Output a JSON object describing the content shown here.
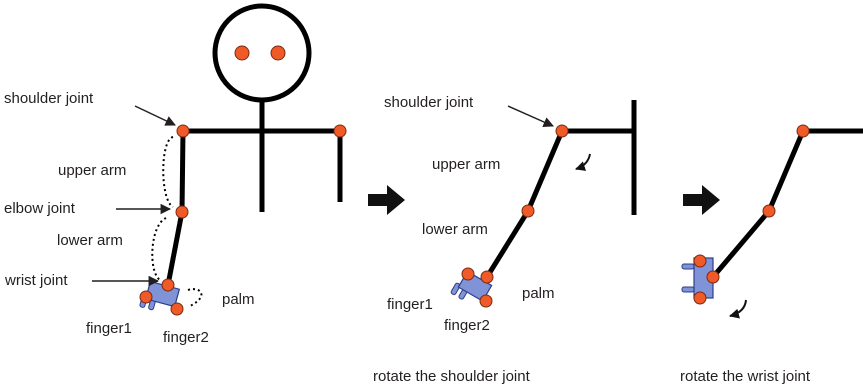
{
  "colors": {
    "line": "#000000",
    "joint_fill": "#f05a28",
    "joint_stroke": "#7a2a10",
    "palm_fill": "#7f93d6",
    "palm_stroke": "#2b3f8c",
    "arrow": "#111111"
  },
  "panel1": {
    "labels": {
      "shoulder": "shoulder joint",
      "upper_arm": "upper arm",
      "elbow": "elbow joint",
      "lower_arm": "lower arm",
      "wrist": "wrist joint",
      "palm": "palm",
      "finger1": "finger1",
      "finger2": "finger2"
    }
  },
  "panel2": {
    "labels": {
      "shoulder": "shoulder joint",
      "upper_arm": "upper arm",
      "lower_arm": "lower arm",
      "palm": "palm",
      "finger1": "finger1",
      "finger2": "finger2"
    },
    "caption": "rotate the shoulder joint"
  },
  "panel3": {
    "caption": "rotate the wrist joint"
  }
}
